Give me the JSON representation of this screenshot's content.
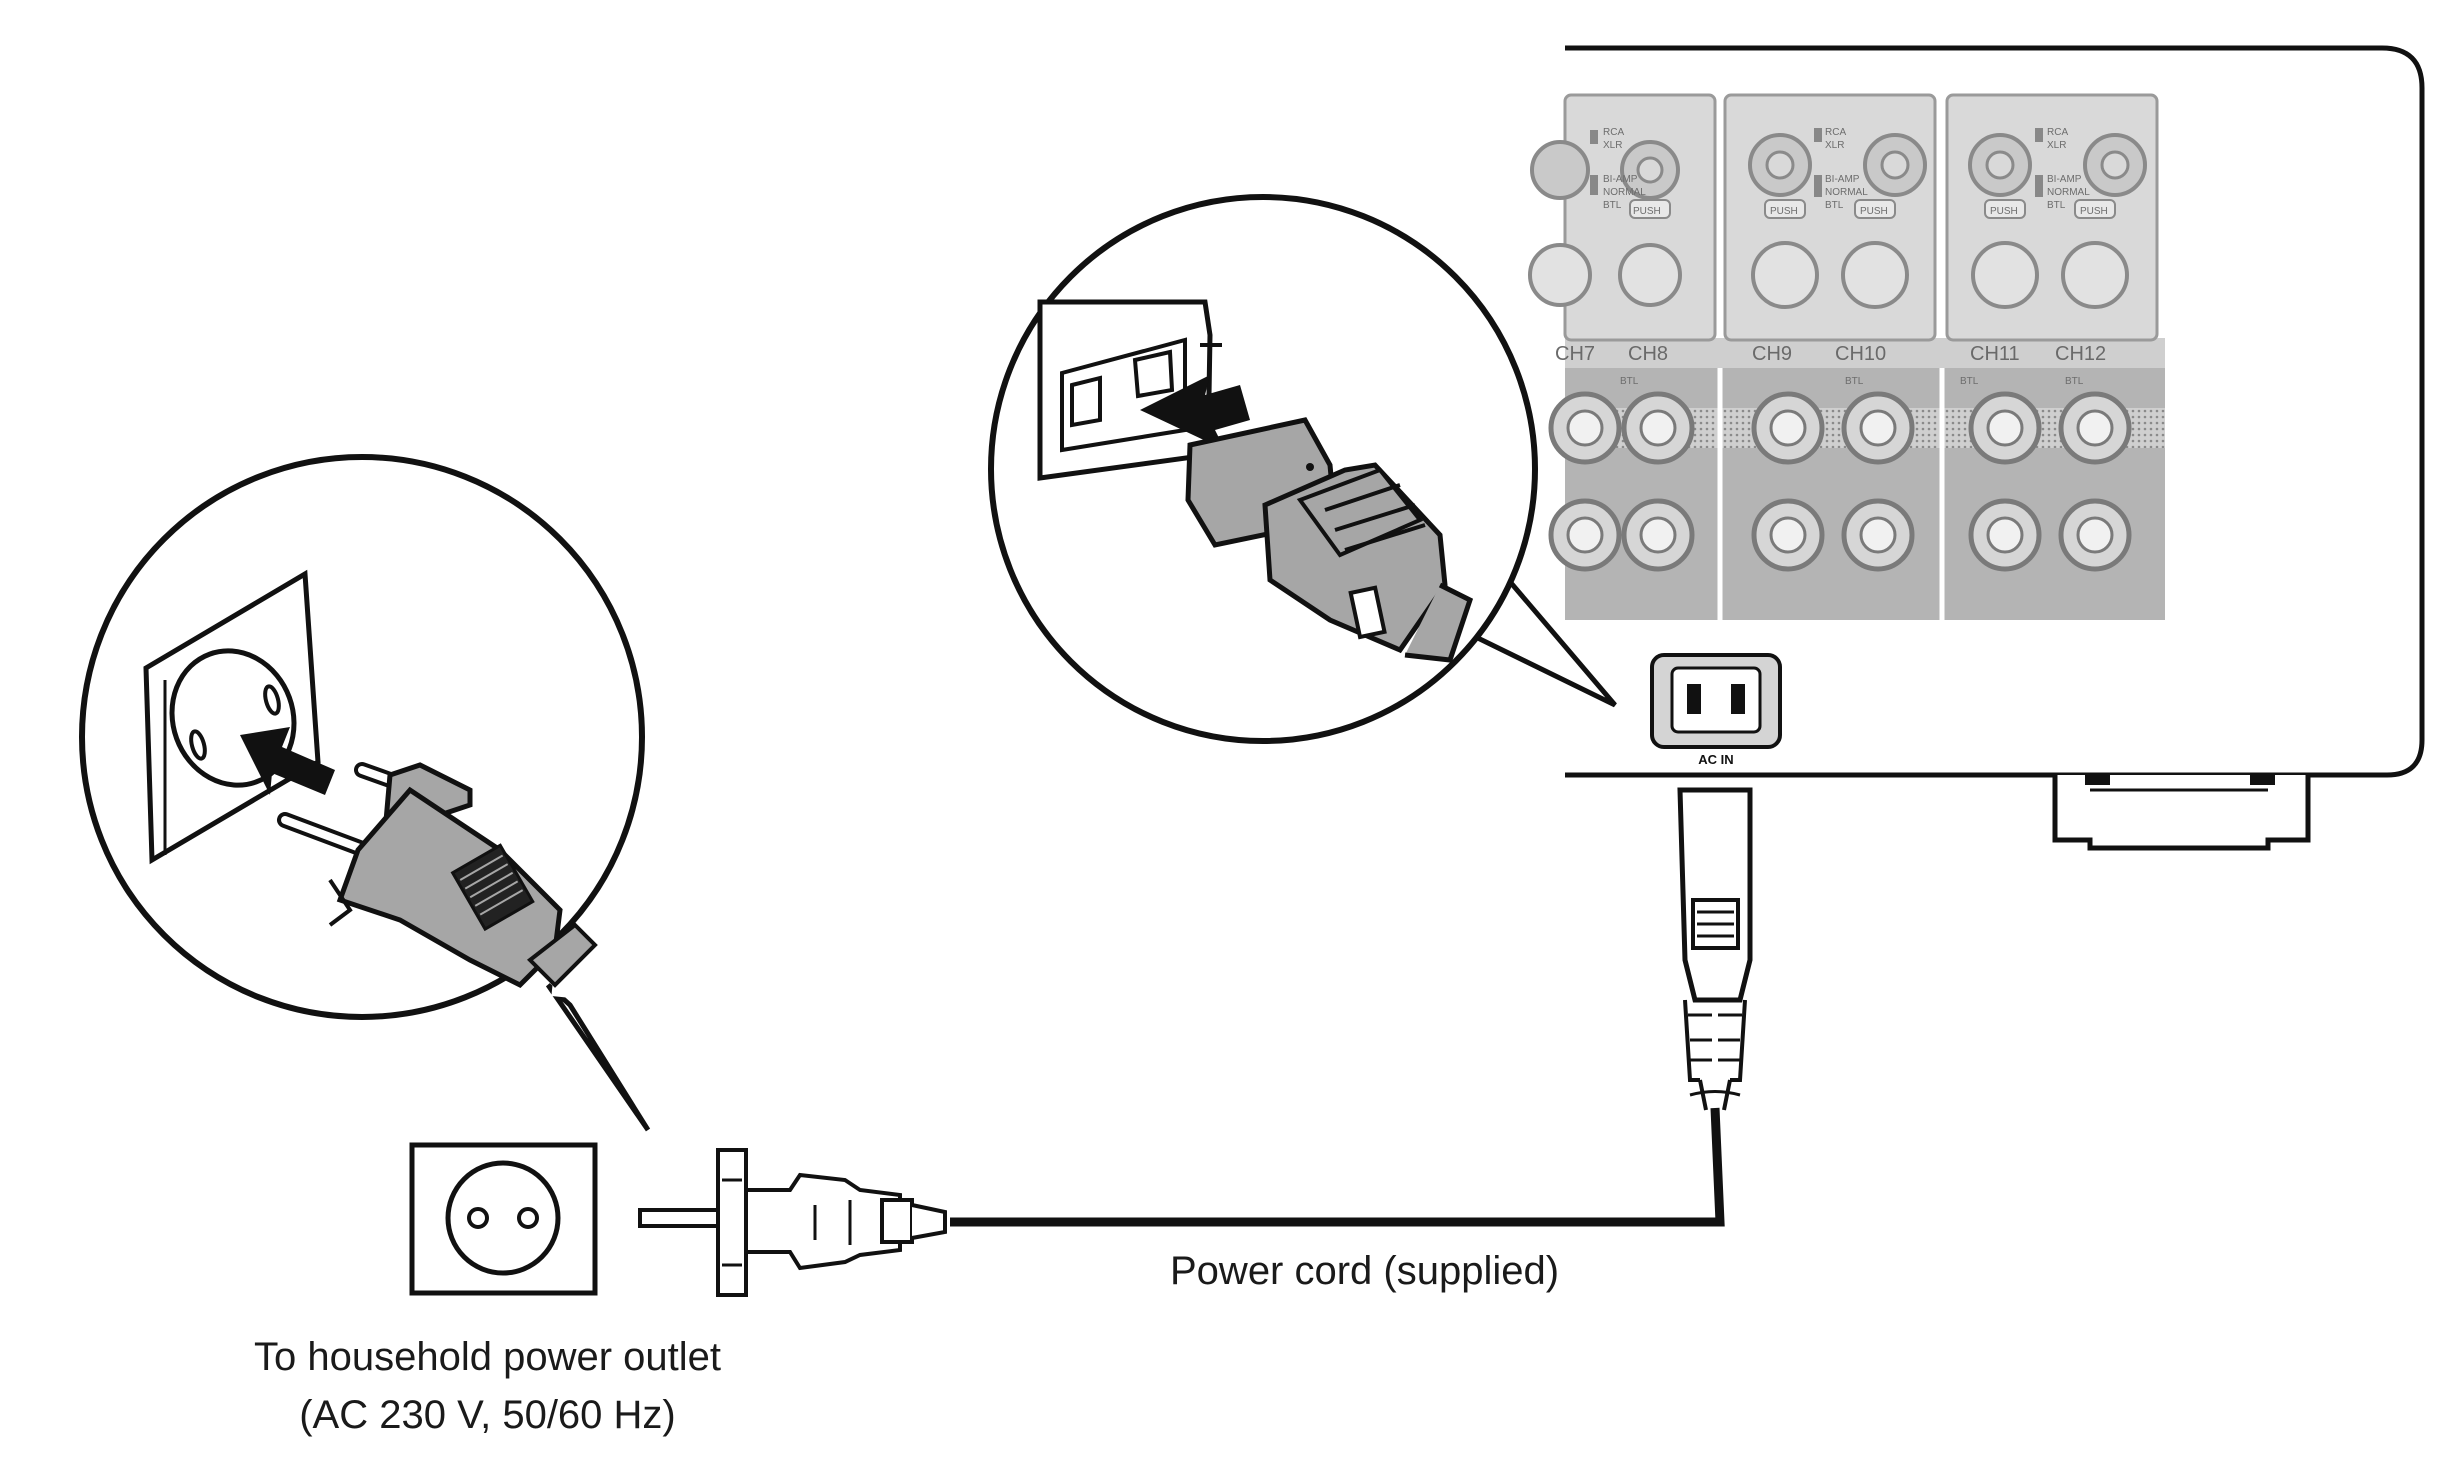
{
  "labels": {
    "power_cord": "Power cord (supplied)",
    "outlet_line1": "To household power outlet",
    "outlet_line2": "(AC 230 V, 50/60 Hz)",
    "ac_in": "AC IN"
  },
  "channels": [
    "CH7",
    "CH8",
    "CH9",
    "CH10",
    "CH11",
    "CH12"
  ],
  "panel_small_labels": {
    "rca": "RCA",
    "xlr": "XLR",
    "bi_amp": "BI-AMP",
    "normal": "NORMAL",
    "btl": "BTL",
    "push": "PUSH",
    "btl_polarity": "BTL"
  },
  "colors": {
    "line": "#111111",
    "panel_gray": "#b9b9b9",
    "panel_dark": "#8f8f8f",
    "plug_gray": "#a6a6a6"
  }
}
